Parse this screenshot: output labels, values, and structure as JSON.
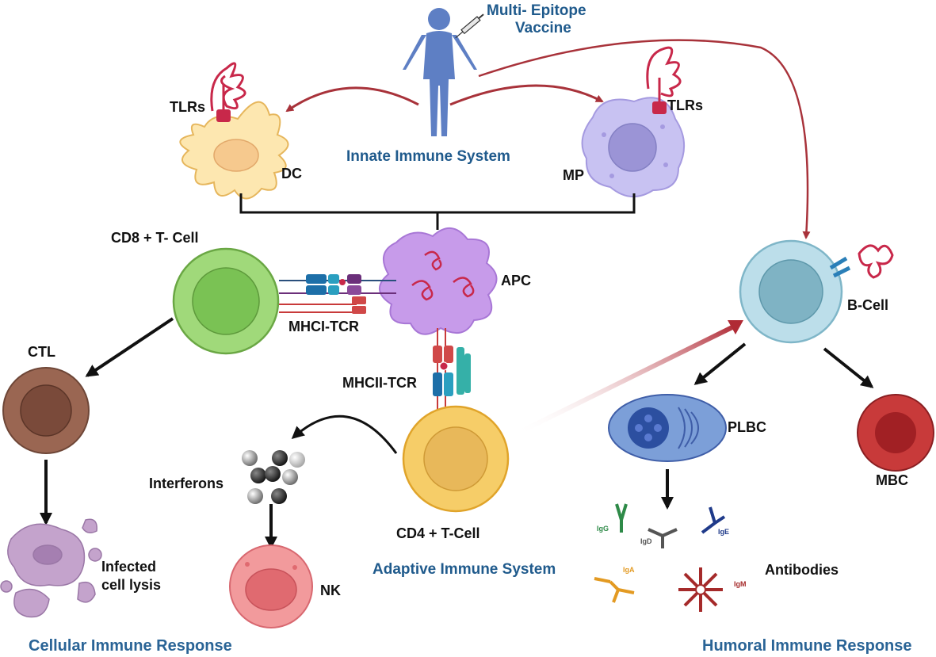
{
  "labels": {
    "vaccine_line1": "Multi- Epitope",
    "vaccine_line2": "Vaccine",
    "innate": "Innate Immune System",
    "adaptive": "Adaptive Immune System",
    "cellular": "Cellular Immune Response",
    "humoral": "Humoral Immune Response",
    "tlrs_left": "TLRs",
    "tlrs_right": "TLRs",
    "dc": "DC",
    "mp": "MP",
    "apc": "APC",
    "cd8": "CD8 + T- Cell",
    "cd4": "CD4 + T-Cell",
    "mhci": "MHCI-TCR",
    "mhcii": "MHCII-TCR",
    "ctl": "CTL",
    "lysis_line1": "Infected",
    "lysis_line2": "cell lysis",
    "interferons": "Interferons",
    "nk": "NK",
    "bcell": "B-Cell",
    "plbc": "PLBC",
    "mbc": "MBC",
    "antibodies": "Antibodies"
  },
  "antibodies": {
    "igg": "IgG",
    "igd": "IgD",
    "ige": "IgE",
    "iga": "IgA",
    "igm": "IgM"
  },
  "colors": {
    "label_blue": "#1f5a8c",
    "arrow_red": "#a8323a",
    "tlr_red": "#c8284a",
    "cd8_green": "#8ccf63",
    "cd4_yellow": "#f2c65a",
    "apc_purple": "#c79bea",
    "bcell_blue": "#b5d9e6",
    "mbc_red": "#b83232",
    "nk_pink": "#ee7b80",
    "ctl_brown": "#8a5a4a"
  }
}
